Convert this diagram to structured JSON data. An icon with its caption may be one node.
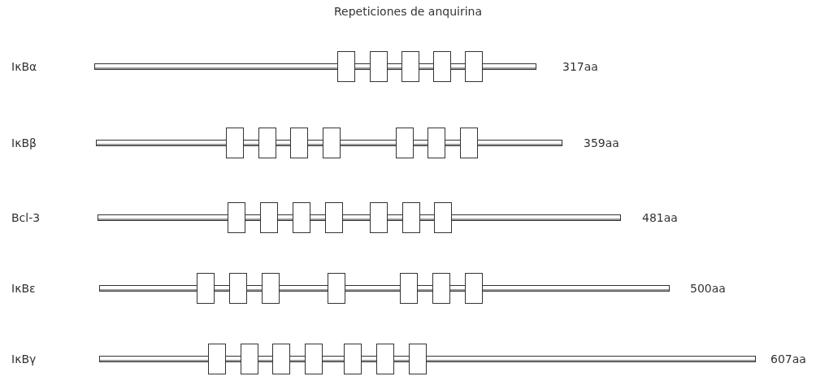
{
  "diagram": {
    "title": "Repeticiones de anquirina",
    "nodes": [
      {
        "text": [],
        "shape": "bar",
        "beside": [
          "317aa"
        ]
      },
      {
        "text": [],
        "shape": "box"
      },
      {
        "text": [],
        "shape": "box"
      },
      {
        "text": [],
        "shape": "box"
      },
      {
        "text": [],
        "shape": "box"
      },
      {
        "text": [],
        "shape": "box"
      },
      {
        "text": [],
        "shape": "bar",
        "beside": [
          "359aa"
        ]
      },
      {
        "text": [],
        "shape": "box"
      },
      {
        "text": [],
        "shape": "box"
      },
      {
        "text": [],
        "shape": "box"
      },
      {
        "text": [],
        "shape": "box"
      },
      {
        "text": [],
        "shape": "box"
      },
      {
        "text": [],
        "shape": "box"
      },
      {
        "text": [],
        "shape": "box"
      },
      {
        "text": [],
        "shape": "bar",
        "beside": [
          "481aa"
        ]
      },
      {
        "text": [],
        "shape": "box"
      },
      {
        "text": [],
        "shape": "box"
      },
      {
        "text": [],
        "shape": "box"
      },
      {
        "text": [],
        "shape": "box"
      },
      {
        "text": [],
        "shape": "box"
      },
      {
        "text": [],
        "shape": "box"
      },
      {
        "text": [],
        "shape": "box"
      },
      {
        "text": [],
        "shape": "bar",
        "beside": [
          "500aa"
        ]
      },
      {
        "text": [],
        "shape": "box"
      },
      {
        "text": [],
        "shape": "box"
      },
      {
        "text": [],
        "shape": "box"
      },
      {
        "text": [],
        "shape": "box"
      },
      {
        "text": [],
        "shape": "box"
      },
      {
        "text": [],
        "shape": "box"
      },
      {
        "text": [],
        "shape": "box"
      },
      {
        "text": [],
        "shape": "bar",
        "beside": [
          "607aa"
        ]
      },
      {
        "text": [],
        "shape": "box"
      },
      {
        "text": [],
        "shape": "box"
      },
      {
        "text": [],
        "shape": "box"
      },
      {
        "text": [],
        "shape": "box"
      },
      {
        "text": [],
        "shape": "box"
      },
      {
        "text": [],
        "shape": "box"
      },
      {
        "text": [],
        "shape": "box"
      }
    ],
    "labels": [
      "IκBα",
      "IκBβ",
      "Bcl-3",
      "IκBε",
      "IκBγ"
    ]
  }
}
